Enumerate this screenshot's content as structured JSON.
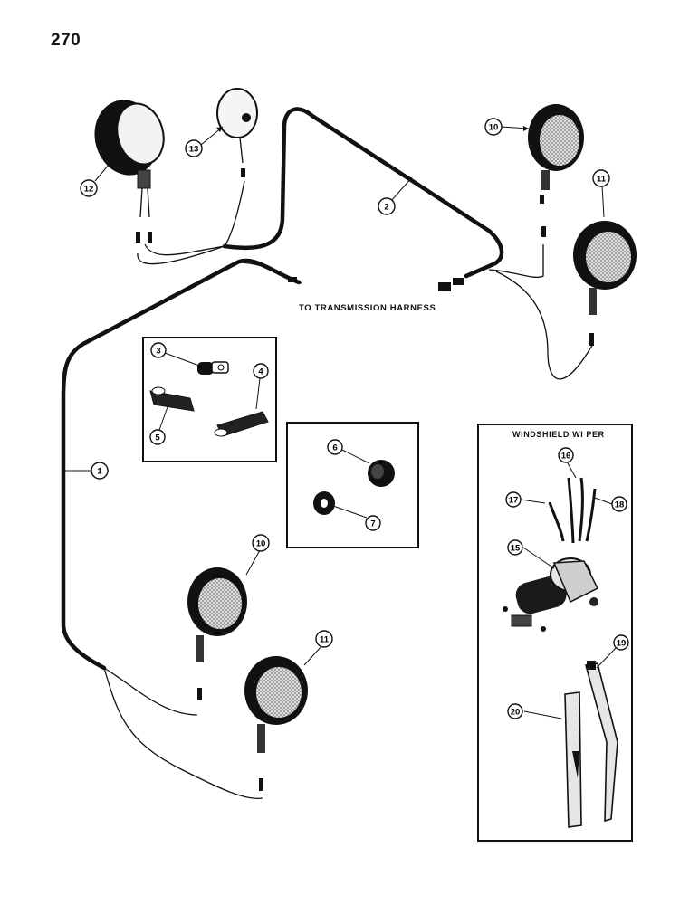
{
  "page": {
    "number": "270"
  },
  "labels": {
    "to_transmission_harness": "TO TRANSMISSION HARNESS",
    "windshield_wiper": "WINDSHIELD WI PER"
  },
  "callouts": {
    "c1": "1",
    "c2": "2",
    "c3": "3",
    "c4": "4",
    "c5": "5",
    "c6": "6",
    "c7": "7",
    "c10a": "10",
    "c10b": "10",
    "c11a": "11",
    "c11b": "11",
    "c12": "12",
    "c13": "13",
    "c15": "15",
    "c16": "16",
    "c17": "17",
    "c18": "18",
    "c19": "19",
    "c20": "20"
  }
}
